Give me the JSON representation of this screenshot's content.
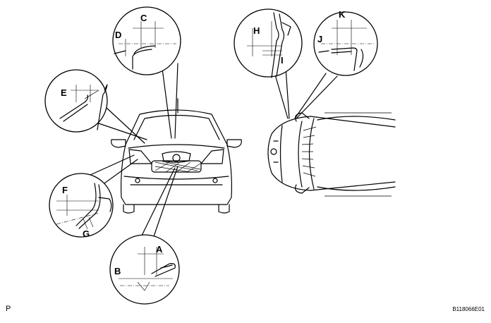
{
  "callouts": {
    "A": "A",
    "B": "B",
    "C": "C",
    "D": "D",
    "E": "E",
    "F": "F",
    "G": "G",
    "H": "H",
    "I": "I",
    "J": "J",
    "K": "K"
  },
  "footer": {
    "left_code": "P",
    "figure_id": "B118066E01"
  }
}
